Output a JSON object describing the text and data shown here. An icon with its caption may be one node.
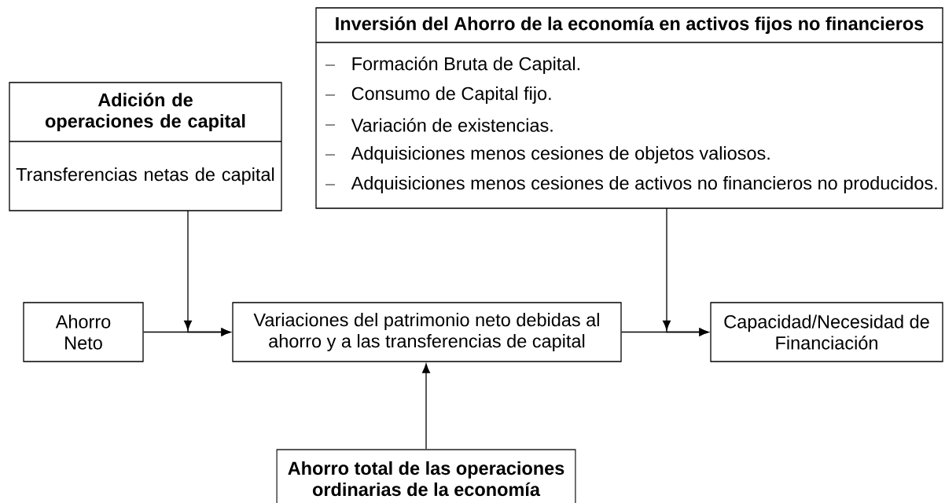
{
  "diagram": {
    "nodes": [
      {
        "text": [
          "Adición de operaciones de capital",
          "Transferencias netas de capital"
        ]
      },
      {
        "text": [
          "Inversión del Ahorro de la economía en activos fijos no financieros",
          "Formación Bruta de Capital.",
          "Consumo de Capital fijo.",
          "Variación de existencias.",
          "Adquisiciones menos cesiones de objetos valiosos.",
          "Adquisiciones menos cesiones de activos no financieros no producidos."
        ]
      },
      {
        "text": [
          "Ahorro Neto"
        ]
      },
      {
        "text": [
          "Variaciones del patrimonio neto debidas al ahorro y a las transferencias de capital"
        ]
      },
      {
        "text": [
          "Capacidad/Necesidad de Financiación"
        ]
      },
      {
        "text": [
          "Ahorro total de las operaciones ordinarias de la economía"
        ]
      }
    ],
    "edges": [
      {
        "from": 2,
        "to": 3,
        "arrow": "to"
      },
      {
        "from": 0,
        "to": 3,
        "arrow": "to"
      },
      {
        "from": 5,
        "to": 3,
        "arrow": "to"
      },
      {
        "from": 3,
        "to": 4,
        "arrow": "to"
      },
      {
        "from": 1,
        "to": 4,
        "arrow": "to"
      }
    ]
  }
}
